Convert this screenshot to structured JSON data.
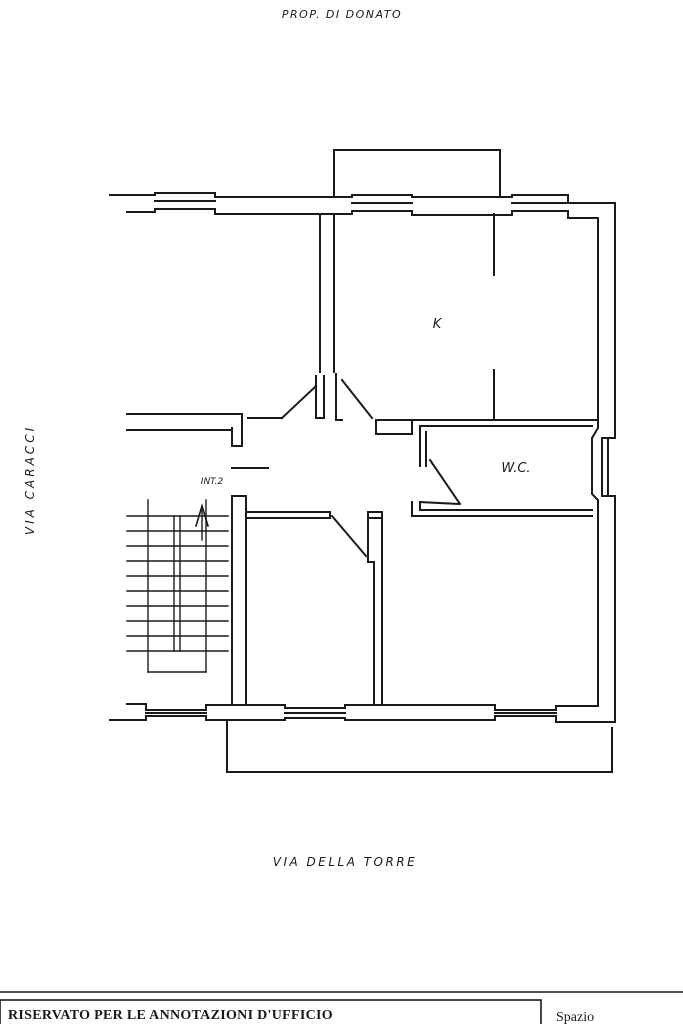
{
  "header": {
    "owner": "PROP. DI DONATO"
  },
  "streets": {
    "left": "VIA CARACCI",
    "bottom": "VIA DELLA TORRE"
  },
  "rooms": {
    "kitchen": "K",
    "bathroom": "W.C.",
    "stair_label": "INT.2"
  },
  "footer": {
    "office_box_label": "RISERVATO PER LE ANNOTAZIONI D'UFFICIO",
    "right_text": "Spazio"
  },
  "colors": {
    "ink": "#1a1a1a",
    "paper": "#ffffff"
  }
}
